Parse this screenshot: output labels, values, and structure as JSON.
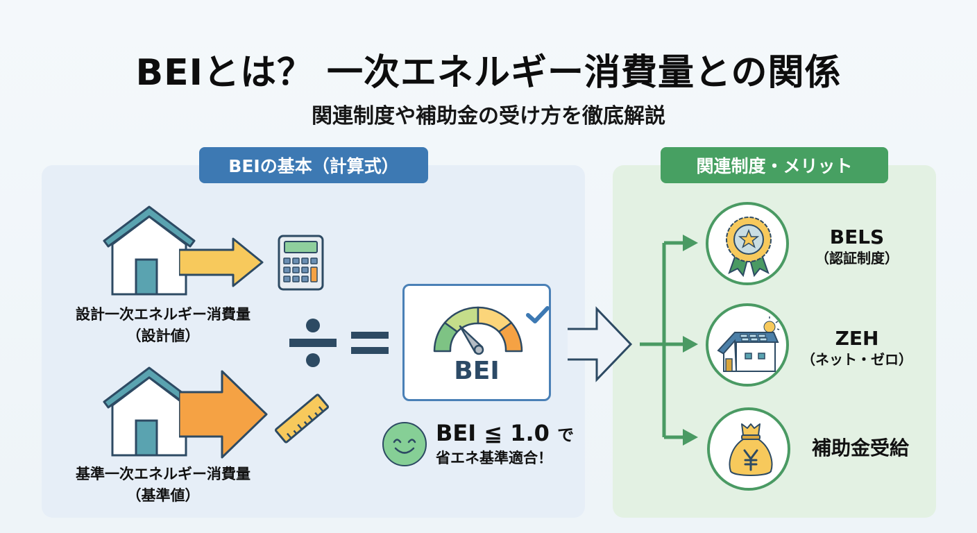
{
  "header": {
    "title": "BEIとは？ 一次エネルギー消費量との関係",
    "subtitle": "関連制度や補助金の受け方を徹底解説"
  },
  "left_section": {
    "badge": "BEIの基本（計算式）",
    "design_value": {
      "label": "設計一次エネルギー消費量",
      "sublabel": "（設計値）",
      "icon": "calculator-icon"
    },
    "standard_value": {
      "label": "基準一次エネルギー消費量",
      "sublabel": "（基準値）",
      "icon": "ruler-icon"
    },
    "operators": {
      "divide": "÷",
      "equals": "="
    },
    "result": {
      "label": "BEI",
      "icon": "gauge-icon"
    },
    "condition": {
      "line1_prefix": "BEI ≦ 1.0",
      "line1_suffix": "で",
      "line2": "省エネ基準適合！",
      "icon": "smiley-icon"
    }
  },
  "right_section": {
    "badge": "関連制度・メリット",
    "items": [
      {
        "title": "BELS",
        "subtitle": "（認証制度）",
        "icon": "award-medal-icon"
      },
      {
        "title": "ZEH",
        "subtitle": "（ネット・ゼロ）",
        "icon": "solar-house-icon"
      },
      {
        "title": "補助金受給",
        "subtitle": "",
        "icon": "money-bag-yen-icon"
      }
    ]
  },
  "colors": {
    "blue_accent": "#3d79b3",
    "green_accent": "#47a062",
    "house_roof": "#5aa3b0",
    "arrow_yellow": "#f7c95c",
    "arrow_orange": "#f5a244",
    "dark_outline": "#2d4a63"
  }
}
